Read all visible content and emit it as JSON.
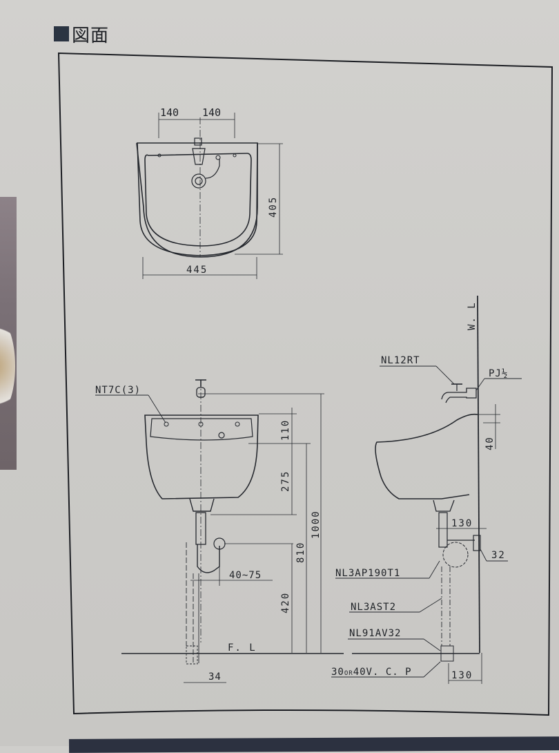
{
  "page": {
    "title": "図面",
    "title_marker": "filled-square"
  },
  "top_view": {
    "dim_left": "140",
    "dim_right": "140",
    "dim_width": "445",
    "dim_depth": "405"
  },
  "front_view": {
    "label_faucet_holes": "NT7C(3)",
    "dim_110": "110",
    "dim_275": "275",
    "dim_1000": "1000",
    "dim_810": "810",
    "dim_420": "420",
    "dim_trap_offset": "40~75",
    "dim_pipe": "34",
    "floor_label": "F. L"
  },
  "side_view": {
    "wall_label": "W. L",
    "label_faucet": "NL12RT",
    "label_thread": "PJ½",
    "dim_40": "40",
    "dim_130_top": "130",
    "dim_32": "32",
    "label_trap": "NL3AP190T1",
    "label_pipe": "NL3AST2",
    "label_adapter": "NL91AV32",
    "label_vcp": "30",
    "label_vcp_or": "OR",
    "label_vcp_rest": "40V. C. P",
    "dim_130_bottom": "130"
  },
  "colors": {
    "paper": "#cfcecb",
    "ink": "#1e2126",
    "title_square": "#2b3442"
  }
}
